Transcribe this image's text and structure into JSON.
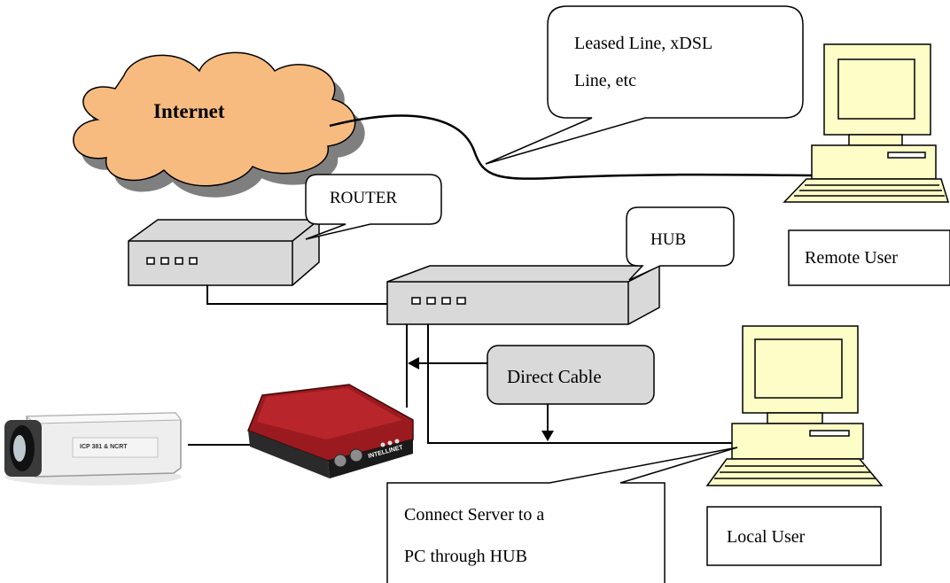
{
  "labels": {
    "internet": "Internet",
    "leased_line_1": "Leased Line, xDSL",
    "leased_line_2": "Line, etc",
    "router": "ROUTER",
    "hub": "HUB",
    "remote_user": "Remote User",
    "direct_cable": "Direct Cable",
    "connect_1": "Connect Server to a",
    "connect_2": "PC through HUB",
    "local_user": "Local User",
    "camera_model": "ICP 381 & NCRT",
    "server_brand": "INTELLINET"
  },
  "colors": {
    "cloud_fill": "#f7bb80",
    "cloud_shadow": "#7f7f7f",
    "computer_fill": "#fdfdc8",
    "device_fill": "#d9d9d9",
    "direct_cable_fill": "#d9d9d9",
    "server_body": "#9b1a1f",
    "line": "#000000"
  }
}
